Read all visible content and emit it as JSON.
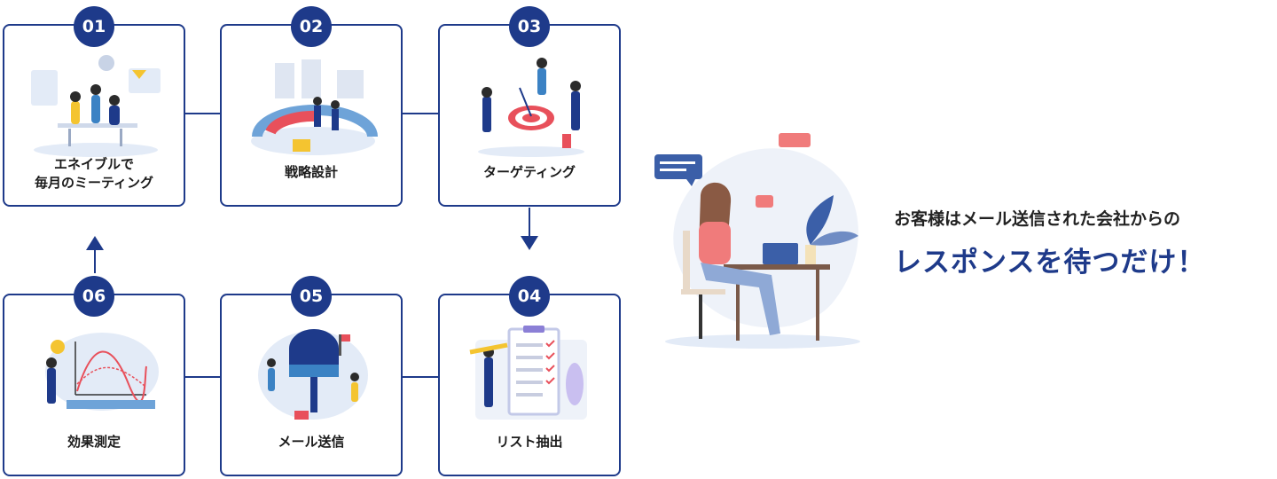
{
  "steps": [
    {
      "number": "01",
      "label": "エネイブルで\n毎月のミーティング",
      "illustration": "team-meeting-illustration"
    },
    {
      "number": "02",
      "label": "戦略設計",
      "illustration": "strategy-planning-illustration"
    },
    {
      "number": "03",
      "label": "ターゲティング",
      "illustration": "target-illustration"
    },
    {
      "number": "04",
      "label": "リスト抽出",
      "illustration": "checklist-illustration"
    },
    {
      "number": "05",
      "label": "メール送信",
      "illustration": "mailbox-illustration"
    },
    {
      "number": "06",
      "label": "効果測定",
      "illustration": "measurement-graph-illustration"
    }
  ],
  "message": {
    "subtitle": "お客様はメール送信された会社からの",
    "headline": "レスポンスを待つだけ！"
  },
  "colors": {
    "primary": "#1e3a8a",
    "accent_red": "#e8505b",
    "light_blue": "#e3ebf7"
  }
}
